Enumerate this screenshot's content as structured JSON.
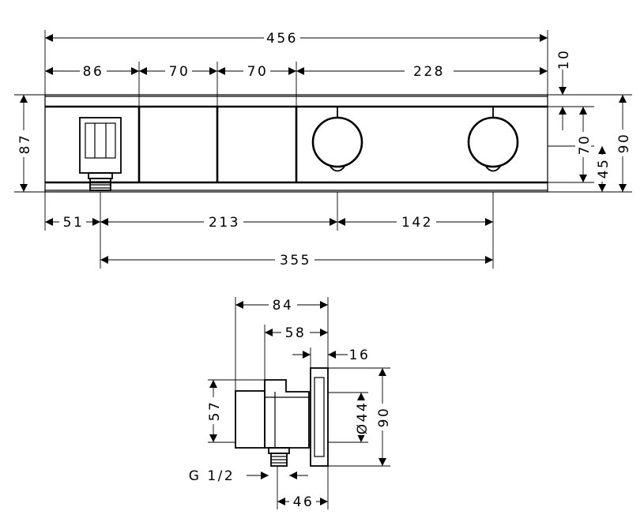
{
  "front_view": {
    "overall_width": "456",
    "seg_width_1": "86",
    "seg_width_2": "70",
    "seg_width_3": "70",
    "seg_width_4": "228",
    "top_offset": "10",
    "left_height": "87",
    "right_height_70": "70",
    "right_height_90": "90",
    "right_height_45": "45",
    "outlet_offset": "51",
    "outlet_to_knob": "213",
    "knob_spacing": "142",
    "outlet_to_knob2": "355"
  },
  "side_view": {
    "depth_total": "84",
    "depth_body": "58",
    "plate_thickness": "16",
    "body_height": "57",
    "diameter": "Ø44",
    "plate_height": "90",
    "thread": "G 1/2",
    "outlet_depth": "46"
  }
}
